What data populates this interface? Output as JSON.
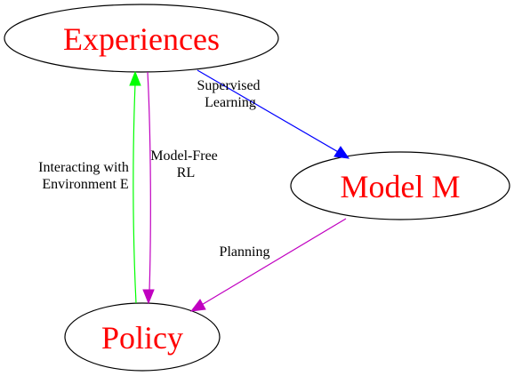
{
  "nodes": {
    "experiences": {
      "label": "Experiences"
    },
    "model": {
      "label": "Model M"
    },
    "policy": {
      "label": "Policy"
    }
  },
  "edges": {
    "supervised_learning": {
      "label_lines": [
        "Supervised",
        "Learning"
      ],
      "color": "#0000ff"
    },
    "interacting": {
      "label_lines": [
        "Interacting with",
        "Environment E"
      ],
      "color": "#00ff00"
    },
    "model_free_rl": {
      "label_lines": [
        "Model-Free",
        "RL"
      ],
      "color": "#c000c0"
    },
    "planning": {
      "label_lines": [
        "Planning"
      ],
      "color": "#c000c0"
    }
  },
  "colors": {
    "node_text": "#ff0000",
    "node_stroke": "#000000",
    "background": "#ffffff"
  }
}
